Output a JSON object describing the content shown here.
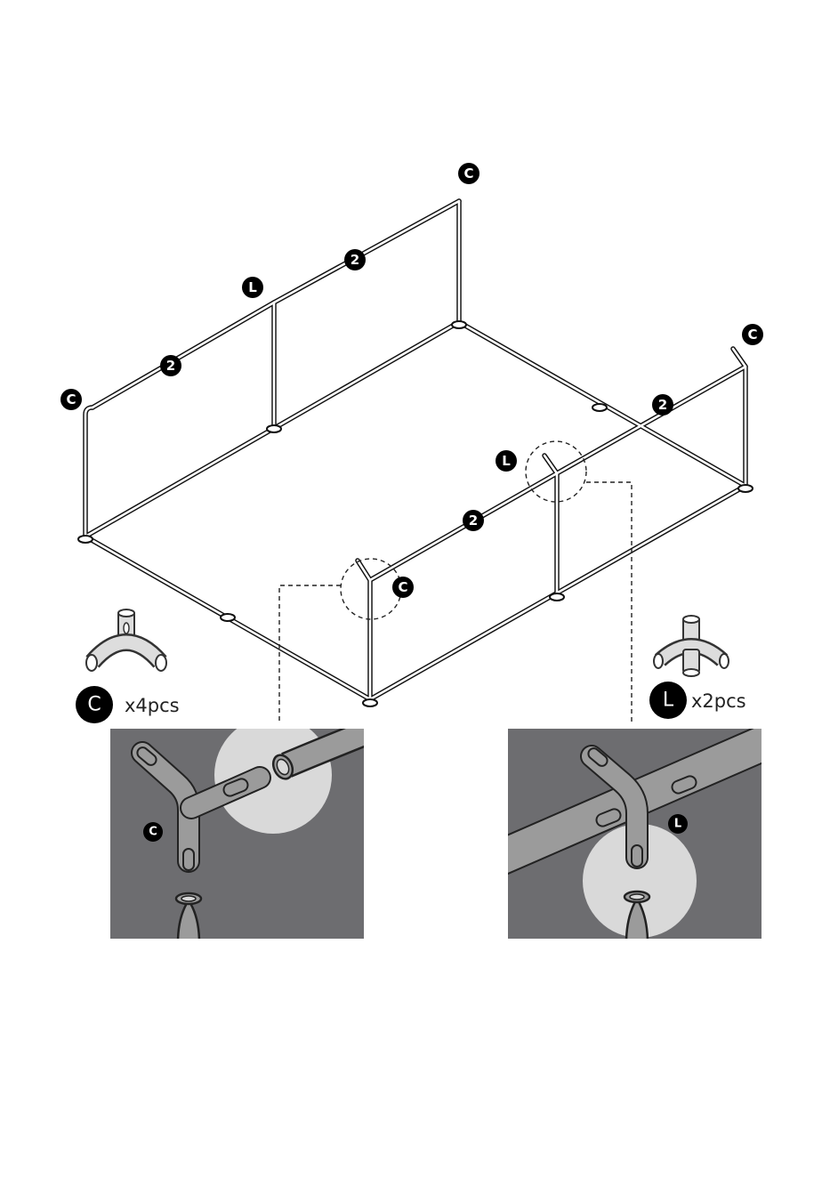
{
  "badges": {
    "corner_letter": "C",
    "tee_letter": "L",
    "pipe_number": "2"
  },
  "legend": {
    "corner": {
      "letter": "C",
      "count": "x4pcs"
    },
    "tee": {
      "letter": "L",
      "count": "x2pcs"
    }
  },
  "detail_views": {
    "corner_letter": "C",
    "tee_letter": "L"
  },
  "colors": {
    "frame": "#111111",
    "detail_background": "#6d6d70",
    "pipe_fill": "#9b9b9b",
    "highlight": "#d9d9d9",
    "badge": "#000000"
  },
  "icons": [
    "corner-connector-icon",
    "tee-connector-icon",
    "pipe-end-icon"
  ]
}
